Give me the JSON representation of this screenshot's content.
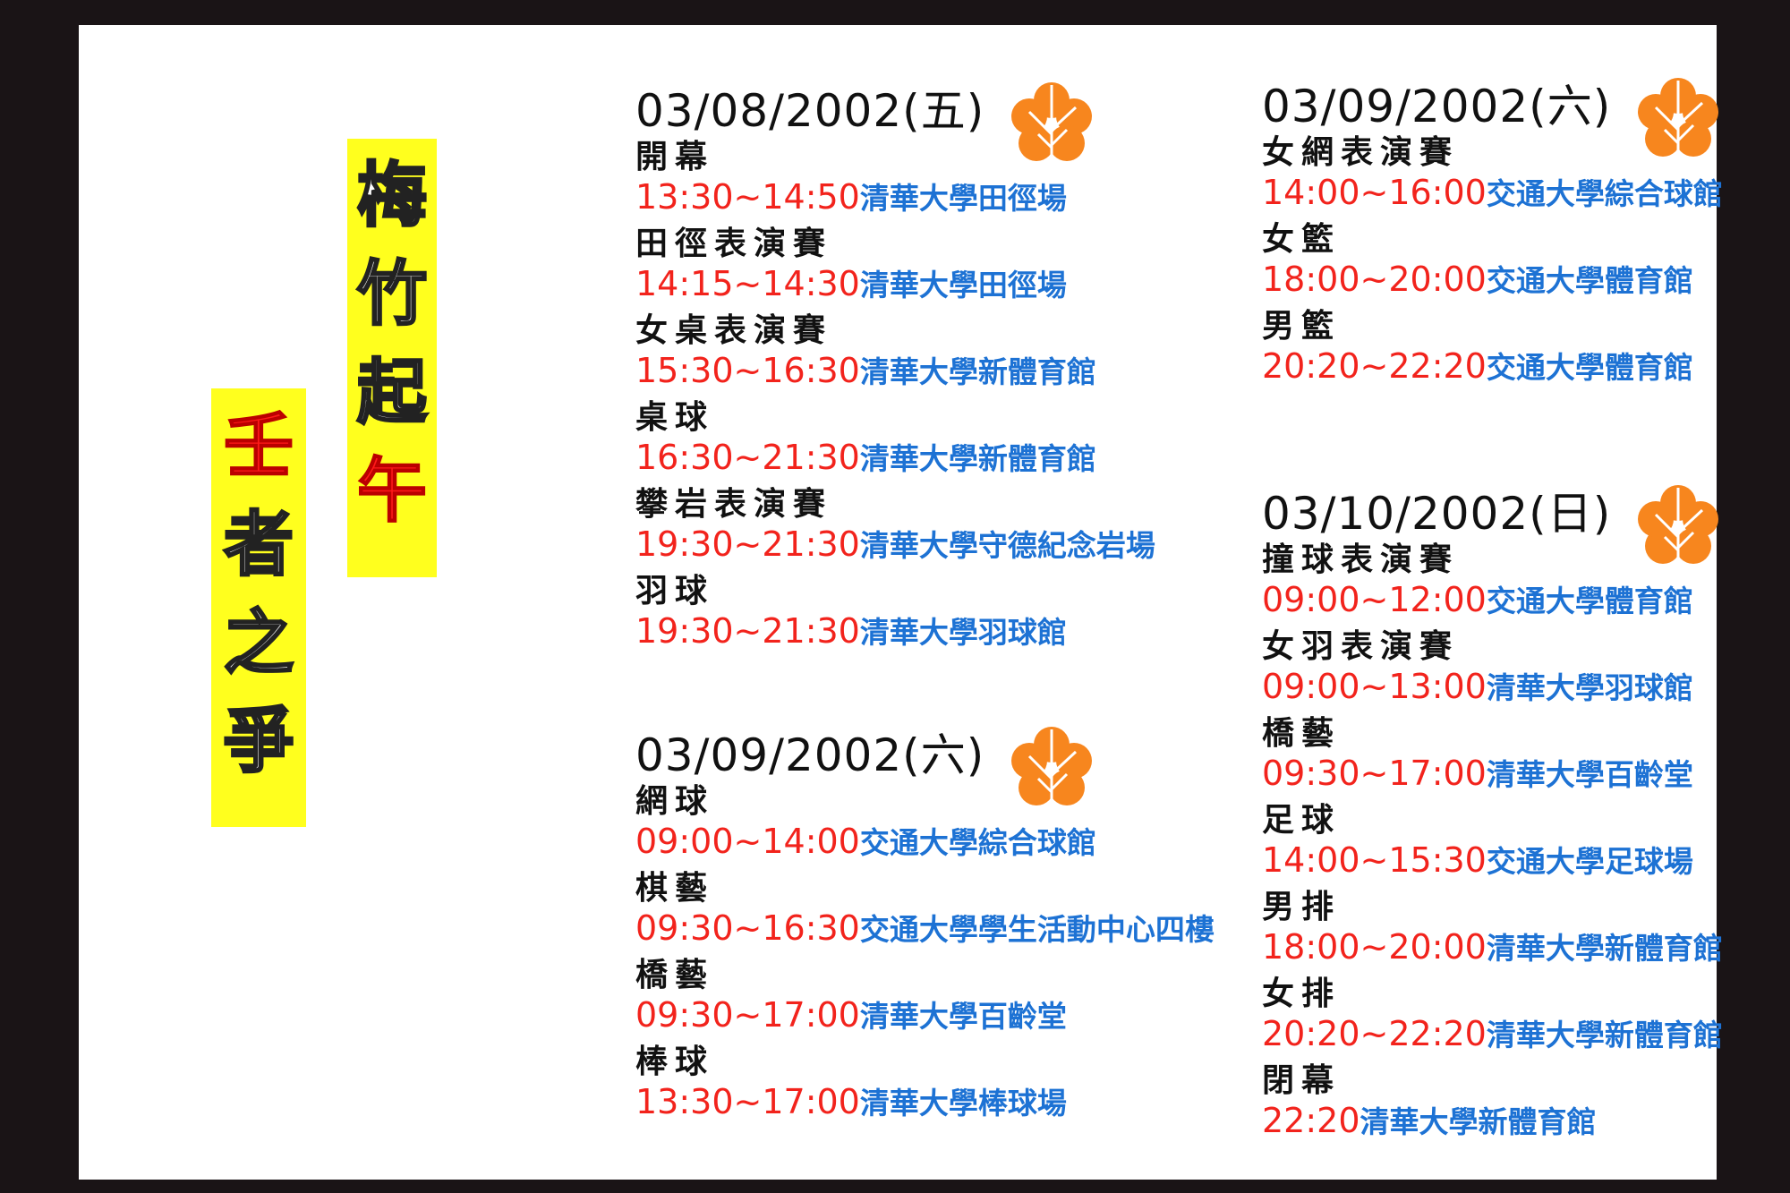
{
  "title": {
    "column1": [
      {
        "char": "梅",
        "red": false
      },
      {
        "char": "竹",
        "red": false
      },
      {
        "char": "起",
        "red": false
      },
      {
        "char": "午",
        "red": true
      }
    ],
    "column2": [
      {
        "char": "壬",
        "red": true
      },
      {
        "char": "者",
        "red": false
      },
      {
        "char": "之",
        "red": false
      },
      {
        "char": "爭",
        "red": false
      }
    ]
  },
  "colors": {
    "time": "#f2231c",
    "venue": "#1d72d4",
    "highlight": "#ffff1e",
    "logo": "#f7861e"
  },
  "days": [
    {
      "date": "03/08/2002(五)",
      "events": [
        {
          "name": "開幕",
          "time": "13:30~14:50",
          "venue": "清華大學田徑場"
        },
        {
          "name": "田徑表演賽",
          "time": "14:15~14:30",
          "venue": "清華大學田徑場"
        },
        {
          "name": "女桌表演賽",
          "time": "15:30~16:30",
          "venue": "清華大學新體育館"
        },
        {
          "name": "桌球",
          "time": "16:30~21:30",
          "venue": "清華大學新體育館"
        },
        {
          "name": "攀岩表演賽",
          "time": "19:30~21:30",
          "venue": "清華大學守德紀念岩場"
        },
        {
          "name": "羽球",
          "time": "19:30~21:30",
          "venue": "清華大學羽球館"
        }
      ]
    },
    {
      "date": "03/09/2002(六)",
      "events": [
        {
          "name": "網球",
          "time": "09:00~14:00",
          "venue": "交通大學綜合球館"
        },
        {
          "name": "棋藝",
          "time": "09:30~16:30",
          "venue": "交通大學學生活動中心四樓"
        },
        {
          "name": "橋藝",
          "time": "09:30~17:00",
          "venue": "清華大學百齡堂"
        },
        {
          "name": "棒球",
          "time": "13:30~17:00",
          "venue": "清華大學棒球場"
        }
      ]
    },
    {
      "date": "03/09/2002(六)",
      "events": [
        {
          "name": "女網表演賽",
          "time": "14:00~16:00",
          "venue": "交通大學綜合球館"
        },
        {
          "name": "女籃",
          "time": "18:00~20:00",
          "venue": "交通大學體育館"
        },
        {
          "name": "男籃",
          "time": "20:20~22:20",
          "venue": "交通大學體育館"
        }
      ]
    },
    {
      "date": "03/10/2002(日)",
      "events": [
        {
          "name": "撞球表演賽",
          "time": "09:00~12:00",
          "venue": "交通大學體育館"
        },
        {
          "name": "女羽表演賽",
          "time": "09:00~13:00",
          "venue": "清華大學羽球館"
        },
        {
          "name": "橋藝",
          "time": "09:30~17:00",
          "venue": "清華大學百齡堂"
        },
        {
          "name": "足球",
          "time": "14:00~15:30",
          "venue": "交通大學足球場"
        },
        {
          "name": "男排",
          "time": "18:00~20:00",
          "venue": "清華大學新體育館"
        },
        {
          "name": "女排",
          "time": "20:20~22:20",
          "venue": "清華大學新體育館"
        },
        {
          "name": "閉幕",
          "time": "22:20",
          "venue": "清華大學新體育館"
        }
      ]
    }
  ]
}
